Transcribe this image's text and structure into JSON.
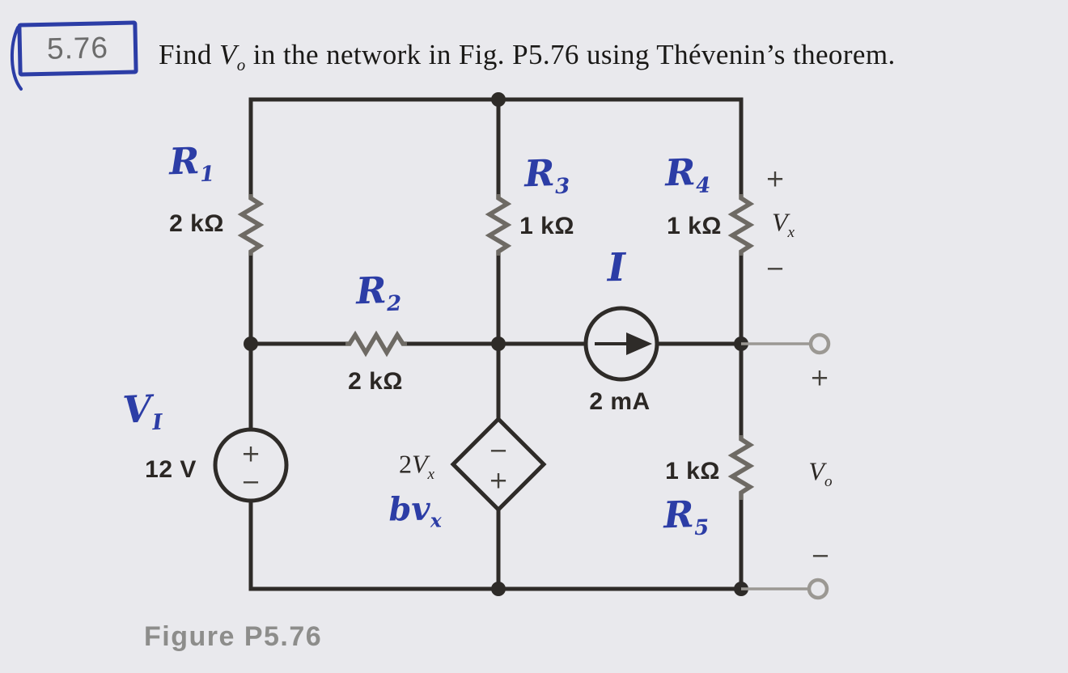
{
  "colors": {
    "paper": "#e9e9ed",
    "wire": "#2e2b28",
    "resistor": "#6e6a64",
    "blue": "#2c3da6",
    "ink": "#232019",
    "captioncol": "#8d8d8b",
    "terminal": "#9b9893"
  },
  "header": {
    "problem_number": "5.76",
    "statement": {
      "prefix": "Find ",
      "v_main": "V",
      "v_sub": "o",
      "suffix": " in the network in Fig. P5.76 using Thévenin’s theorem."
    }
  },
  "components": {
    "r1": {
      "label": "R",
      "label_sub": "1",
      "value": "2 kΩ"
    },
    "r2": {
      "label": "R",
      "label_sub": "2",
      "value": "2 kΩ"
    },
    "r3": {
      "label": "R",
      "label_sub": "3",
      "value": "1 kΩ"
    },
    "r4": {
      "label": "R",
      "label_sub": "4",
      "value": "1 kΩ"
    },
    "r5": {
      "label": "R",
      "label_sub": "5",
      "value": "1 kΩ"
    },
    "voltage_source": {
      "label": "V",
      "label_sub": "I",
      "value": "12 V",
      "plus": "+",
      "minus": "−"
    },
    "current_source": {
      "label": "I",
      "value": "2 mA"
    },
    "dependent_source": {
      "coeff": "2",
      "label": "V",
      "label_sub": "x",
      "handwritten": "bv",
      "handwritten_sub": "x",
      "minus": "−",
      "plus": "+"
    }
  },
  "annotations": {
    "vx": {
      "plus": "+",
      "label": "V",
      "label_sub": "x",
      "minus": "−"
    },
    "vo": {
      "plus": "+",
      "label": "V",
      "label_sub": "o",
      "minus": "−"
    }
  },
  "caption": "Figure P5.76"
}
